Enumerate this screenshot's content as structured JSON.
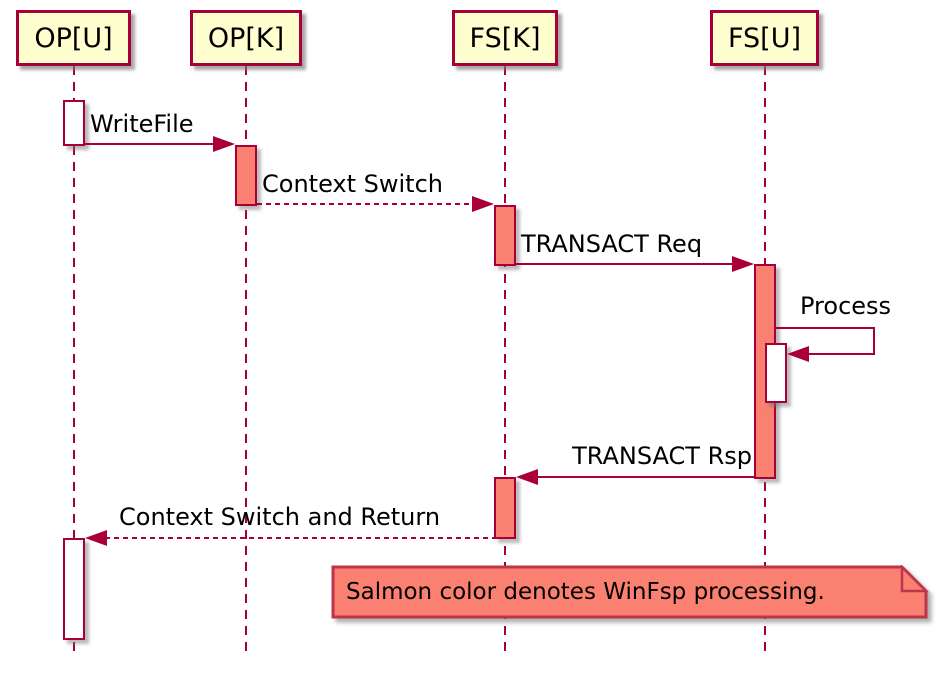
{
  "participants": [
    {
      "id": "op-u",
      "label": "OP[U]"
    },
    {
      "id": "op-k",
      "label": "OP[K]"
    },
    {
      "id": "fs-k",
      "label": "FS[K]"
    },
    {
      "id": "fs-u",
      "label": "FS[U]"
    }
  ],
  "messages": [
    {
      "id": "writefile",
      "label": "WriteFile",
      "type": "solid",
      "from": "OP[U]",
      "to": "OP[K]"
    },
    {
      "id": "context-switch",
      "label": "Context Switch",
      "type": "dashed",
      "from": "OP[K]",
      "to": "FS[K]"
    },
    {
      "id": "transact-req",
      "label": "TRANSACT Req",
      "type": "solid",
      "from": "FS[K]",
      "to": "FS[U]"
    },
    {
      "id": "process",
      "label": "Process",
      "type": "self",
      "from": "FS[U]",
      "to": "FS[U]"
    },
    {
      "id": "transact-rsp",
      "label": "TRANSACT Rsp",
      "type": "solid",
      "from": "FS[U]",
      "to": "FS[K]"
    },
    {
      "id": "context-switch-return",
      "label": "Context Switch and Return",
      "type": "dashed",
      "from": "FS[K]",
      "to": "OP[U]"
    }
  ],
  "note": {
    "text": "Salmon color denotes WinFsp processing."
  },
  "colors": {
    "participant_fill": "#FEFECE",
    "border": "#A80036",
    "salmon": "#FA8072",
    "note_border": "#BE3449",
    "lifeline": "#A80036",
    "text": "#000000",
    "background": "#FFFFFF"
  }
}
